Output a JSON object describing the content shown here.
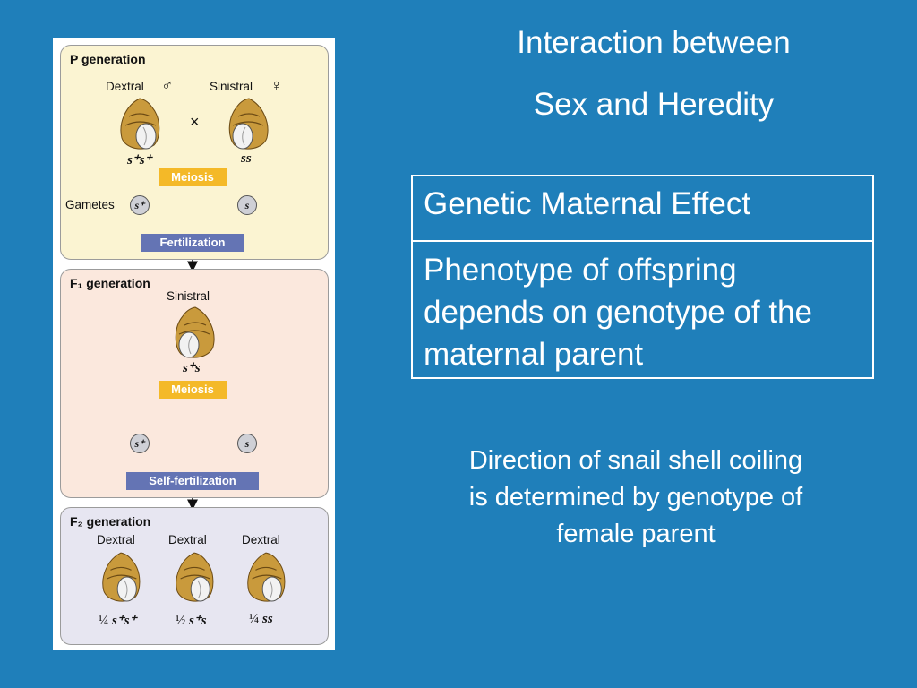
{
  "title": {
    "line1": "Interaction between",
    "line2": "Sex and Heredity"
  },
  "definition_box": {
    "heading": "Genetic Maternal Effect",
    "body": "Phenotype of offspring depends on genotype of the maternal  parent"
  },
  "caption": "Direction of snail shell coiling is determined by genotype of female parent",
  "diagram": {
    "p_generation": {
      "title": "P generation",
      "male_label": "Dextral",
      "male_symbol": "♂",
      "female_label": "Sinistral",
      "female_symbol": "♀",
      "cross_symbol": "×",
      "male_genotype": "s⁺s⁺",
      "female_genotype": "ss",
      "meiosis": "Meiosis",
      "gametes_label": "Gametes",
      "male_gamete": "s⁺",
      "female_gamete": "s",
      "fertilization": "Fertilization"
    },
    "f1_generation": {
      "title": "F₁ generation",
      "phenotype": "Sinistral",
      "genotype": "s⁺s",
      "meiosis": "Meiosis",
      "gamete_1": "s⁺",
      "gamete_2": "s",
      "self_fertilization": "Self-fertilization"
    },
    "f2_generation": {
      "title": "F₂ generation",
      "offspring": [
        {
          "phenotype": "Dextral",
          "ratio": "¼",
          "genotype": "s⁺s⁺"
        },
        {
          "phenotype": "Dextral",
          "ratio": "½",
          "genotype": "s⁺s"
        },
        {
          "phenotype": "Dextral",
          "ratio": "¼",
          "genotype": "ss"
        }
      ]
    }
  },
  "colors": {
    "background": "#1f7fba",
    "p_panel": "#fbf4d2",
    "f1_panel": "#fbe8dd",
    "f2_panel": "#e7e6f1",
    "meiosis_tag": "#f4b928",
    "fertilization_tag": "#6474b4",
    "shell": "#c99a3c"
  },
  "icons": [
    "dextral-shell-icon",
    "sinistral-shell-icon",
    "male-symbol",
    "female-symbol"
  ]
}
